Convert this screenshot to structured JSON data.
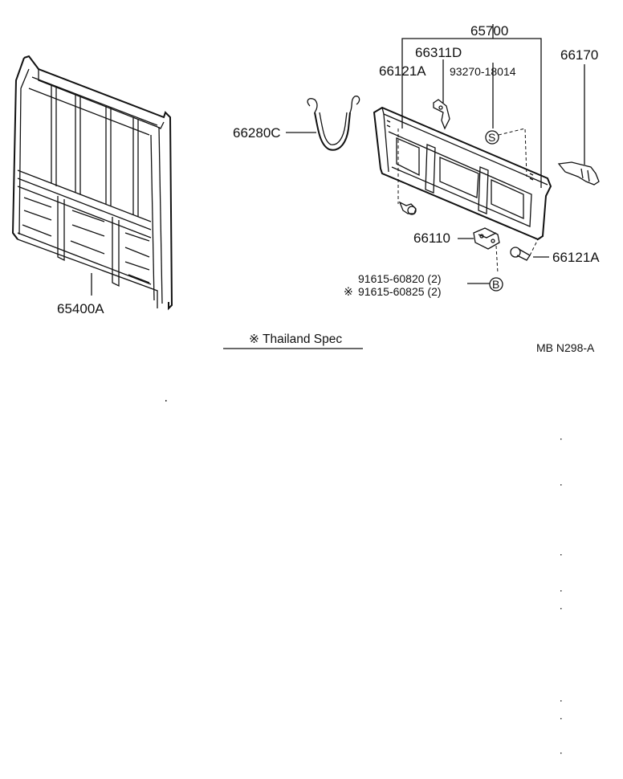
{
  "parts": {
    "rear_frame": "65400A",
    "cable": "66280C",
    "tailgate": "65700",
    "hook": "66311D",
    "bolt_left": "66121A",
    "screw": "93270-18014",
    "handle": "66170",
    "bracket": "66110",
    "bolt_right": "66121A",
    "bolt_std": "91615-60820 (2)",
    "bolt_thai": "91615-60825 (2)"
  },
  "markers": {
    "s": "S",
    "b": "B",
    "asterisk": "※"
  },
  "note": "※ Thailand Spec",
  "diagram_code": "MB N298-A"
}
